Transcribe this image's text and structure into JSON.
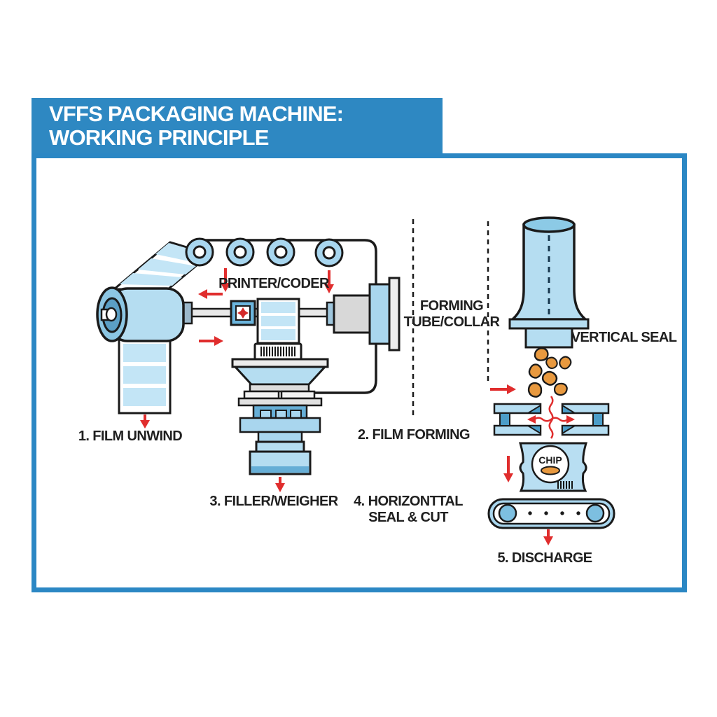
{
  "header": {
    "line1": "VFFS PACKAGING MACHINE:",
    "line2": "WORKING PRINCIPLE"
  },
  "labels": {
    "printer_coder": "PRINTER/CODER",
    "forming_tube": {
      "line1": "FORMING",
      "line2": "TUBE/COLLAR"
    },
    "vertical_seal": "VERTICAL SEAL",
    "step1": "1. FILM UNWIND",
    "step2": "2. FILM FORMING",
    "step3": "3. FILLER/WEIGHER",
    "step4": {
      "line1": "4. HORIZONTTAL",
      "line2": "SEAL & CUT"
    },
    "step5": "5. DISCHARGE"
  },
  "bag": {
    "brand_text": "CHIP"
  },
  "colors": {
    "banner_blue": "#2e88c2",
    "panel_border_blue": "#2b87c4",
    "machine_light_blue": "#b5ddf1",
    "machine_mid_blue": "#7dbfe0",
    "machine_dark_blue": "#4c9dc8",
    "film_panel_blue": "#c3e5f6",
    "outline_black": "#1a1a1a",
    "arrow_red": "#e02d2d",
    "chip_orange": "#e8993f"
  }
}
